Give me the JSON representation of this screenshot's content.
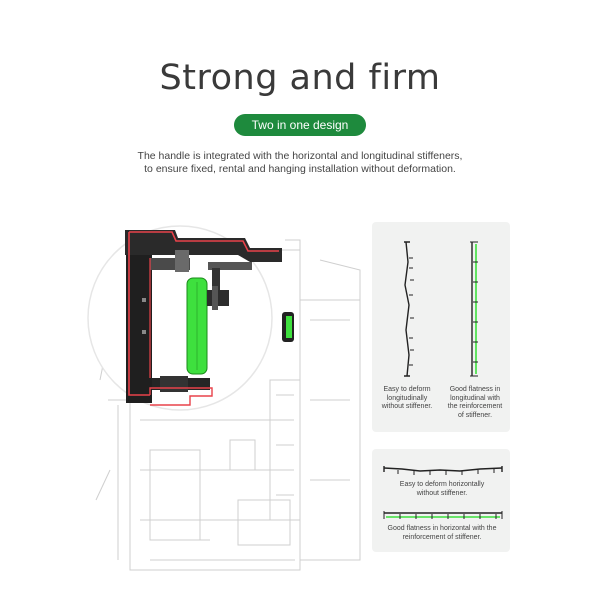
{
  "header": {
    "title": "Strong and firm",
    "badge": "Two in one design",
    "description_line1": "The handle is integrated with the horizontal and longitudinal stiffeners,",
    "description_line2": "to ensure fixed, rental and hanging installation without deformation."
  },
  "comparison": {
    "vertical": {
      "without_line1": "Easy to deform",
      "without_line2": "longitudinally",
      "without_line3": "without stiffener.",
      "with_line1": "Good flatness in",
      "with_line2": "longitudinal with",
      "with_line3": "the reinforcement",
      "with_line4": "of stiffener."
    },
    "horizontal": {
      "without_line1": "Easy to deform horizontally",
      "without_line2": "without stiffener.",
      "with_line1": "Good flatness in horizontal with the",
      "with_line2": "reinforcement of stiffener."
    }
  },
  "colors": {
    "accent_green": "#1e8a3d",
    "highlight_green": "#3ee03e",
    "highlight_red": "#e8424a",
    "panel_bg": "#f1f2f1"
  }
}
